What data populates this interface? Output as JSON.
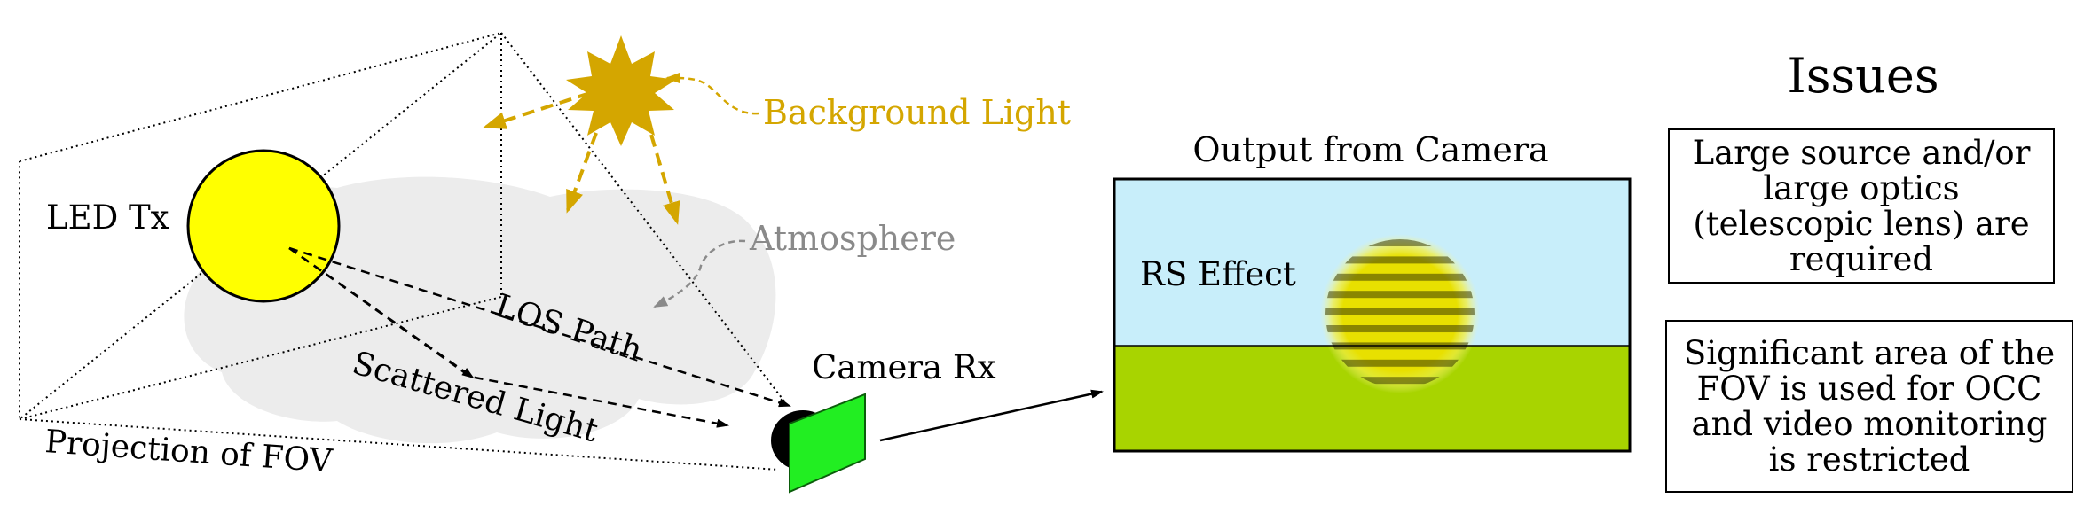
{
  "labels": {
    "background_light": "Background Light",
    "atmosphere": "Atmosphere",
    "led_tx": "LED Tx",
    "los_path": "LOS Path",
    "scattered_light": "Scattered Light",
    "projection_fov": "Projection of FOV",
    "camera_rx": "Camera Rx",
    "output_title": "Output from Camera",
    "rs_effect": "RS Effect"
  },
  "issues": {
    "title": "Issues",
    "items": [
      "Large source and/or large optics (telescopic lens) are required",
      "Significant area of the FOV is used for OCC and video monitoring is restricted"
    ]
  },
  "colors": {
    "sun": "#d4a600",
    "background_light_text": "#d4a600",
    "atmosphere_text": "#8a8a8a",
    "cloud": "#ececec",
    "led": "#ffff00",
    "camera_screen": "#22ee22",
    "sky": "#c8eefa",
    "ground": "#a8d400",
    "stripes": "#3a3a00"
  }
}
